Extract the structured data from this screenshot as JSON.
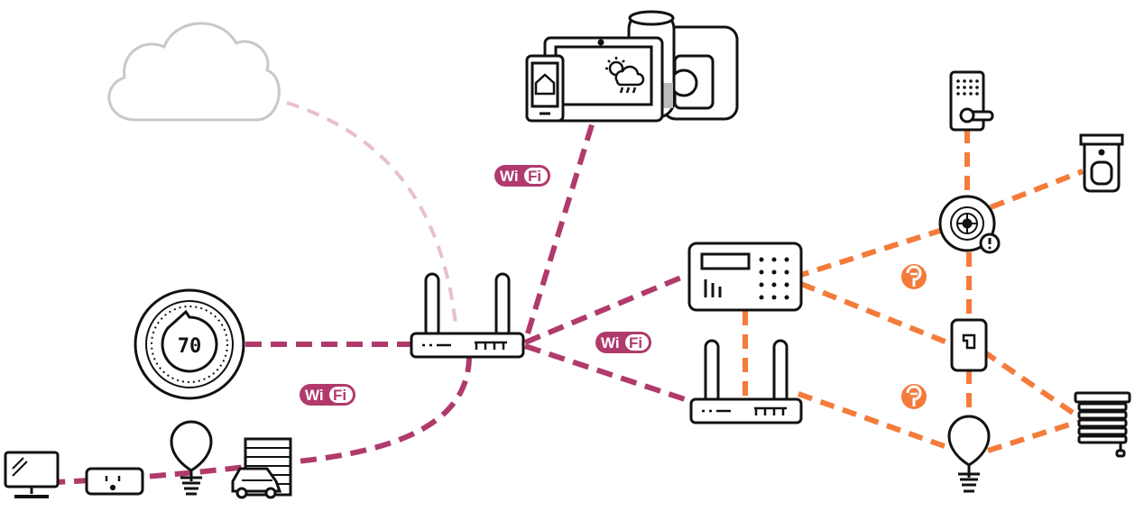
{
  "diagram": {
    "thermostat": {
      "temperature": "70"
    },
    "wifi_badges": [
      {
        "wi": "Wi",
        "fi": "Fi"
      },
      {
        "wi": "Wi",
        "fi": "Fi"
      },
      {
        "wi": "Wi",
        "fi": "Fi"
      }
    ],
    "colors": {
      "wifi_link": "#b03a6c",
      "cloud_link": "#e8bfd0",
      "mesh_link": "#f47b3a",
      "badge": "#b03a6c",
      "device_stroke": "#111111",
      "cloud_stroke": "#c8c8c8"
    },
    "icons": [
      "cloud-icon",
      "tablet-icon",
      "smart-display-icon",
      "smart-speaker-icon",
      "camera-icon",
      "router-icon",
      "thermostat-icon",
      "computer-monitor-icon",
      "smart-plug-icon",
      "light-bulb-icon",
      "garage-car-icon",
      "alarm-keypad-icon",
      "hub-router-icon",
      "smart-lock-icon",
      "motion-sensor-icon",
      "smoke-detector-icon",
      "door-sensor-icon",
      "blinds-icon",
      "mesh-protocol-icon"
    ]
  }
}
